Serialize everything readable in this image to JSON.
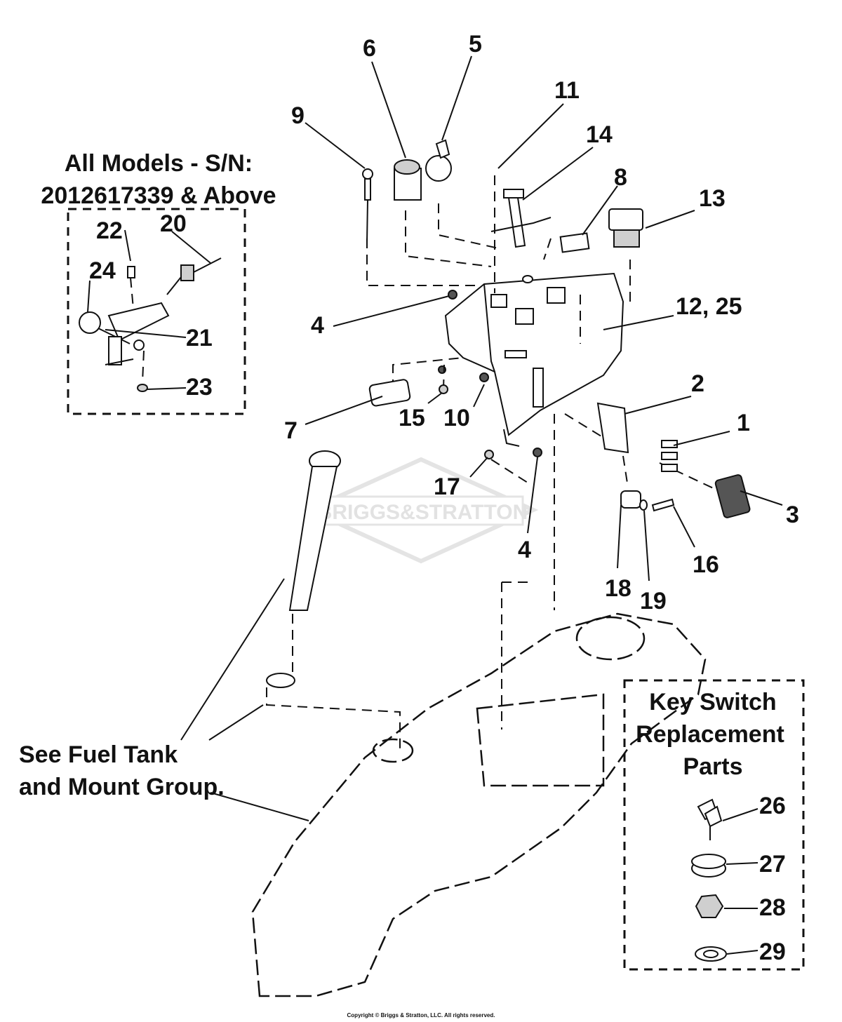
{
  "inset_top_left": {
    "title_line1": "All Models - S/N:",
    "title_line2": "2012617339 & Above"
  },
  "key_switch_box": {
    "title_line1": "Key Switch",
    "title_line2": "Replacement",
    "title_line3": "Parts"
  },
  "fuel_tank_note": {
    "line1": "See Fuel Tank",
    "line2": "and Mount Group."
  },
  "watermark": "BRIGGS&STRATTON",
  "copyright": "Copyright © Briggs & Stratton, LLC. All rights reserved.",
  "callouts": {
    "c1": "1",
    "c2": "2",
    "c3": "3",
    "c4a": "4",
    "c4b": "4",
    "c5": "5",
    "c6": "6",
    "c7": "7",
    "c8": "8",
    "c9": "9",
    "c10": "10",
    "c11": "11",
    "c12": "12, 25",
    "c13": "13",
    "c14": "14",
    "c15": "15",
    "c16": "16",
    "c17": "17",
    "c18": "18",
    "c19": "19",
    "c20": "20",
    "c21": "21",
    "c22": "22",
    "c23": "23",
    "c24": "24",
    "c26": "26",
    "c27": "27",
    "c28": "28",
    "c29": "29"
  }
}
